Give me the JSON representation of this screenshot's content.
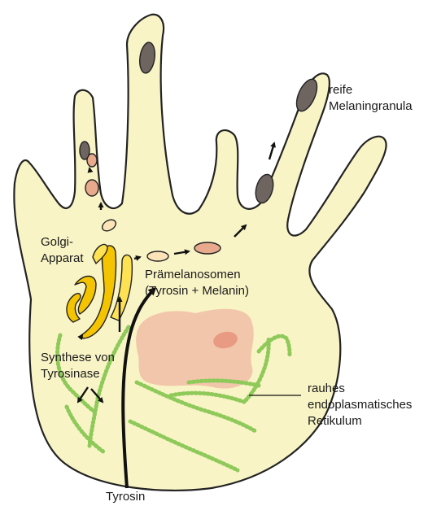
{
  "labels": {
    "mature_granules": [
      "reife",
      "Melaningranula"
    ],
    "golgi": [
      "Golgi-",
      "Apparat"
    ],
    "premelanosomes": [
      "Prämelanosomen",
      "(Tyrosin + Melanin)"
    ],
    "tyrosinase_synthesis": [
      "Synthese von",
      "Tyrosinase"
    ],
    "rough_er": [
      "rauhes",
      "endoplasmatisches",
      "Retikulum"
    ],
    "tyrosine": "Tyrosin"
  },
  "colors": {
    "cytoplasm": "#f8f4c6",
    "outline": "#232323",
    "golgi": "#f5c400",
    "golgi_light": "#ffe253",
    "er_green": "#8ec95a",
    "nucleus": "#f2c6ab",
    "nucleolus": "#e89a82",
    "premelanosome_light": "#fde3b8",
    "premelanosome_salmon": "#e9a98d",
    "mature_granule": "#6e6460"
  }
}
